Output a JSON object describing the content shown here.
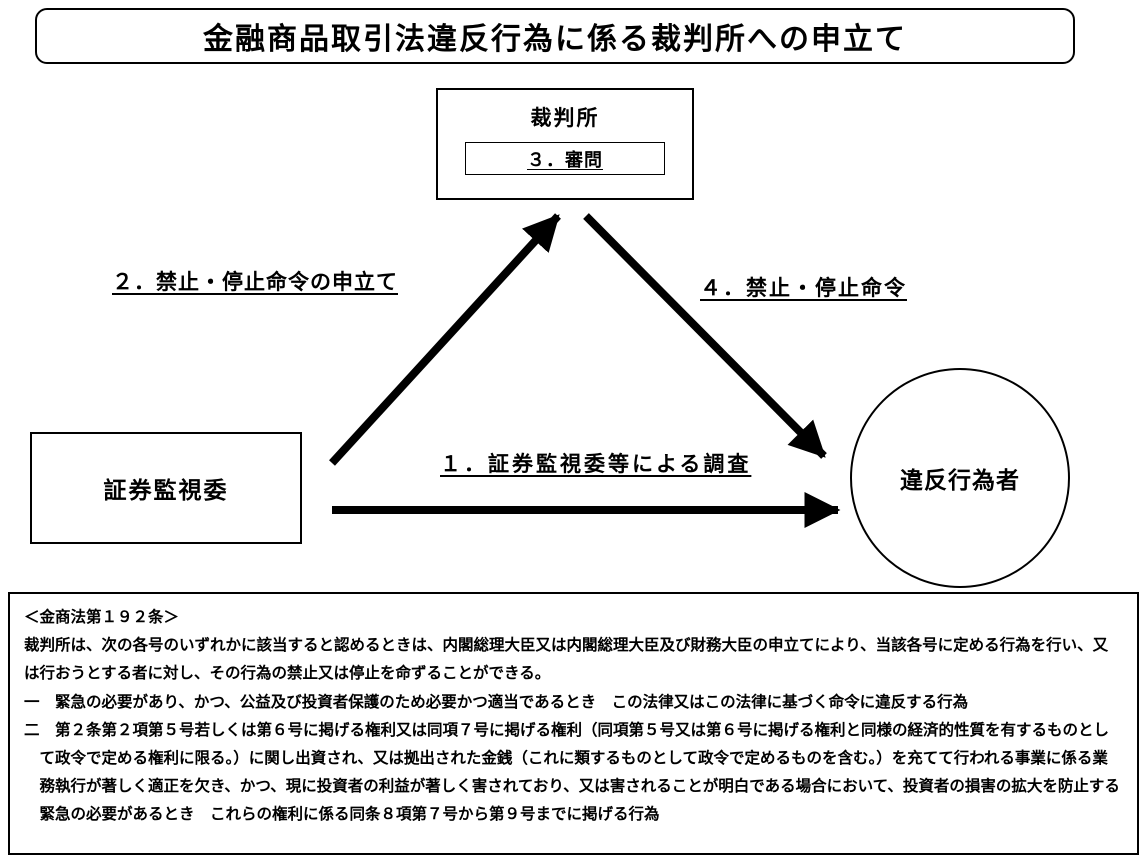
{
  "title": "金融商品取引法違反行為に係る裁判所への申立て",
  "diagram": {
    "court": {
      "label": "裁判所",
      "step3": "３．審問"
    },
    "sesc": {
      "label": "証券監視委"
    },
    "violator": {
      "label": "違反行為者"
    },
    "arrows": {
      "step1": "１．証券監視委等による調査",
      "step2": "２．禁止・停止命令の申立て",
      "step4": "４．禁止・停止命令"
    },
    "arrow_color": "#000000"
  },
  "law_box": {
    "heading": "＜金商法第１９２条＞",
    "paragraphs": [
      "裁判所は、次の各号のいずれかに該当すると認めるときは、内閣総理大臣又は内閣総理大臣及び財務大臣の申立てにより、当該各号に定める行為を行い、又は行おうとする者に対し、その行為の禁止又は停止を命ずることができる。",
      "一　緊急の必要があり、かつ、公益及び投資者保護のため必要かつ適当であるとき　この法律又はこの法律に基づく命令に違反する行為",
      "二　第２条第２項第５号若しくは第６号に掲げる権利又は同項７号に掲げる権利（同項第５号又は第６号に掲げる権利と同様の経済的性質を有するものとして政令で定める権利に限る。）に関し出資され、又は拠出された金銭（これに類するものとして政令で定めるものを含む。）を充てて行われる事業に係る業務執行が著しく適正を欠き、かつ、現に投資者の利益が著しく害されており、又は害されることが明白である場合において、投資者の損害の拡大を防止する緊急の必要があるとき　これらの権利に係る同条８項第７号から第９号までに掲げる行為"
    ]
  }
}
